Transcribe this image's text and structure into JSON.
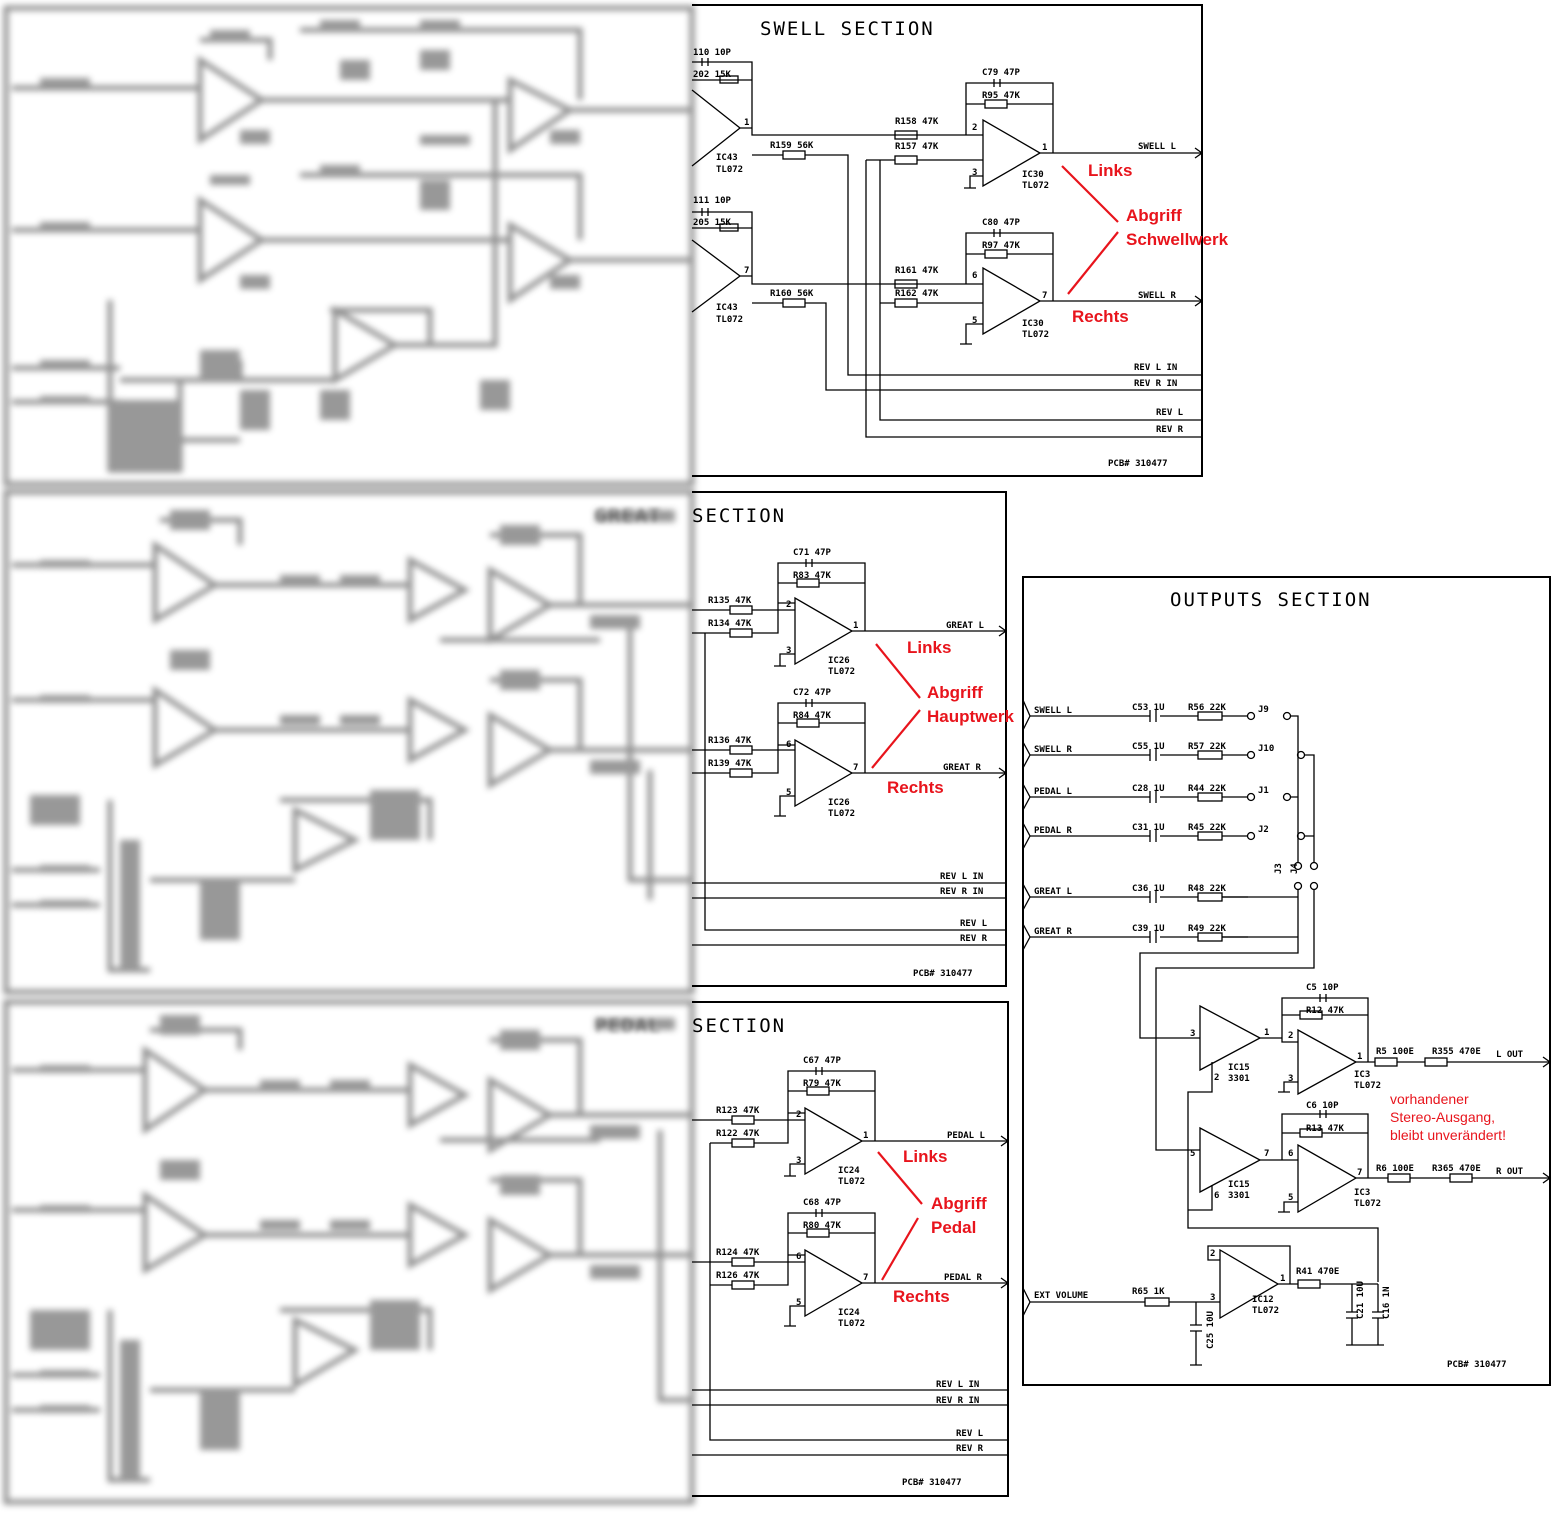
{
  "swell": {
    "title": "SWELL SECTION",
    "comps": {
      "c_top": "110 10P",
      "r_top": "202 15K",
      "ic_top": "IC43",
      "ic_top_t": "TL072",
      "c_bot": "111 10P",
      "r_bot": "205 15K",
      "ic_bot": "IC43",
      "ic_bot_t": "TL072",
      "r159": "R159 56K",
      "r160": "R160 56K",
      "r158": "R158 47K",
      "r157": "R157 47K",
      "c79": "C79 47P",
      "r95": "R95 47K",
      "ic30a": "IC30",
      "ic30a_t": "TL072",
      "r161": "R161 47K",
      "r162": "R162 47K",
      "c80": "C80 47P",
      "r97": "R97 47K",
      "ic30b": "IC30",
      "ic30b_t": "TL072"
    },
    "pins": {
      "p1a": "1",
      "p2": "2",
      "p3": "3",
      "p1b": "1",
      "p7a": "7",
      "p6": "6",
      "p5": "5",
      "p7b": "7"
    },
    "signals": {
      "out_l": "SWELL L",
      "out_r": "SWELL R",
      "rev_l_in": "REV L IN",
      "rev_r_in": "REV R IN",
      "rev_l": "REV L",
      "rev_r": "REV R"
    },
    "pcb": "PCB# 310477",
    "anno": {
      "links": "Links",
      "abgriff": "Abgriff",
      "section": "Schwellwerk",
      "rechts": "Rechts"
    }
  },
  "great": {
    "title_blur": "GREAT",
    "title": "SECTION",
    "comps": {
      "c71": "C71 47P",
      "r83": "R83 47K",
      "r135": "R135 47K",
      "r134": "R134 47K",
      "ic26a": "IC26",
      "ic26a_t": "TL072",
      "c72": "C72 47P",
      "r84": "R84 47K",
      "r136": "R136 47K",
      "r139": "R139 47K",
      "ic26b": "IC26",
      "ic26b_t": "TL072"
    },
    "pins": {
      "p2": "2",
      "p3": "3",
      "p1": "1",
      "p6": "6",
      "p5": "5",
      "p7": "7"
    },
    "signals": {
      "out_l": "GREAT L",
      "out_r": "GREAT R",
      "rev_l_in": "REV L IN",
      "rev_r_in": "REV R IN",
      "rev_l": "REV L",
      "rev_r": "REV R"
    },
    "pcb": "PCB# 310477",
    "anno": {
      "links": "Links",
      "abgriff": "Abgriff",
      "section": "Hauptwerk",
      "rechts": "Rechts"
    }
  },
  "pedal": {
    "title_blur": "PEDAL",
    "title": "SECTION",
    "comps": {
      "c67": "C67 47P",
      "r79": "R79 47K",
      "r123": "R123 47K",
      "r122": "R122 47K",
      "ic24a": "IC24",
      "ic24a_t": "TL072",
      "c68": "C68 47P",
      "r80": "R80 47K",
      "r124": "R124 47K",
      "r126": "R126 47K",
      "ic24b": "IC24",
      "ic24b_t": "TL072"
    },
    "pins": {
      "p2": "2",
      "p3": "3",
      "p1": "1",
      "p6": "6",
      "p5": "5",
      "p7": "7"
    },
    "signals": {
      "out_l": "PEDAL L",
      "out_r": "PEDAL R",
      "rev_l_in": "REV L IN",
      "rev_r_in": "REV R IN",
      "rev_l": "REV L",
      "rev_r": "REV R"
    },
    "pcb": "PCB# 310477",
    "anno": {
      "links": "Links",
      "abgriff": "Abgriff",
      "section": "Pedal",
      "rechts": "Rechts"
    }
  },
  "outputs": {
    "title": "OUTPUTS SECTION",
    "inputs": [
      "SWELL L",
      "SWELL R",
      "PEDAL L",
      "PEDAL R",
      "GREAT L",
      "GREAT R"
    ],
    "caps": [
      "C53 1U",
      "C55 1U",
      "C28 1U",
      "C31 1U",
      "C36 1U",
      "C39 1U"
    ],
    "res": [
      "R56 22K",
      "R57 22K",
      "R44 22K",
      "R45 22K",
      "R48 22K",
      "R49 22K"
    ],
    "jumpers": [
      "J9",
      "J10",
      "J1",
      "J2"
    ],
    "j3": "J3",
    "j4": "J4",
    "comps": {
      "c5": "C5 10P",
      "r12": "R12 47K",
      "ic15a": "IC15",
      "ic15a_t": "3301",
      "ic3a": "IC3",
      "ic3a_t": "TL072",
      "r5": "R5 100E",
      "r355": "R355 470E",
      "c6": "C6 10P",
      "r13": "R13 47K",
      "ic15b": "IC15",
      "ic15b_t": "3301",
      "ic3b": "IC3",
      "ic3b_t": "TL072",
      "r6": "R6 100E",
      "r365": "R365 470E",
      "r65": "R65 1K",
      "c25": "C25 10U",
      "ic12": "IC12",
      "ic12_t": "TL072",
      "r41": "R41 470E",
      "c21": "C21 10U",
      "c16": "C16 1N"
    },
    "pins": {
      "a3": "3",
      "a1": "1",
      "a2": "2",
      "b2": "2",
      "b3": "3",
      "b1": "1",
      "c5": "5",
      "c7": "7",
      "c6": "6",
      "d6": "6",
      "d5": "5",
      "d7": "7",
      "e2": "2",
      "e3": "3",
      "e1": "1"
    },
    "signals": {
      "l_out": "L OUT",
      "r_out": "R OUT",
      "ext": "EXT VOLUME"
    },
    "pcb": "PCB# 310477",
    "note": [
      "vorhandener",
      "Stereo-Ausgang,",
      "bleibt unverändert!"
    ]
  }
}
